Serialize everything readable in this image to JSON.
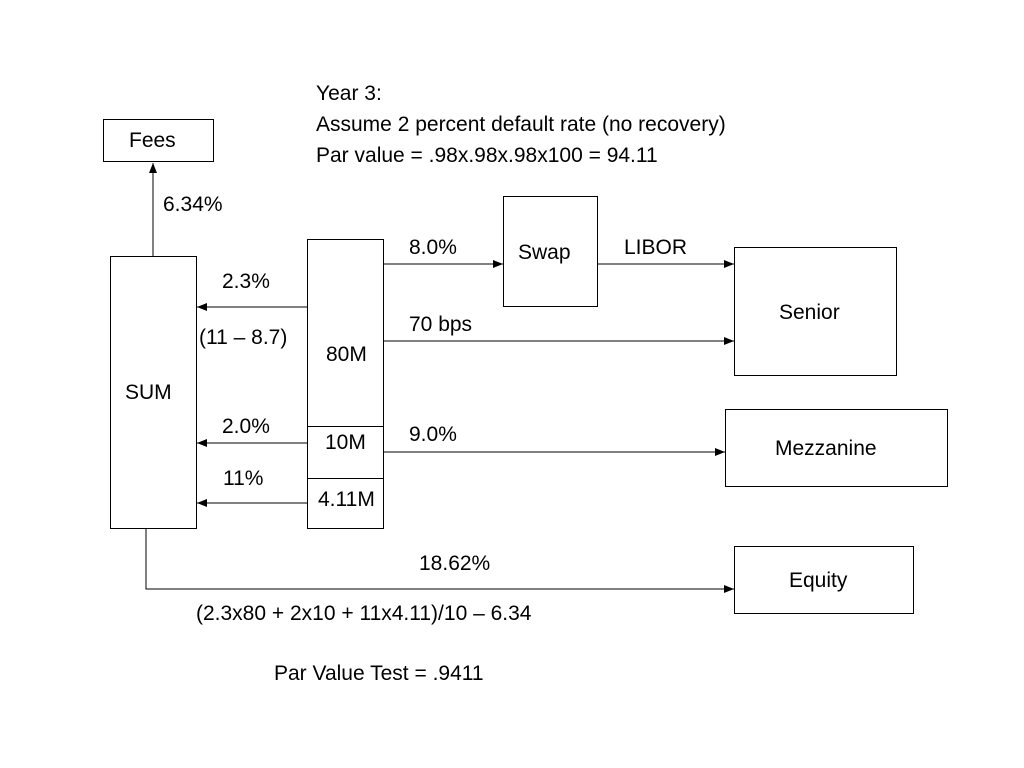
{
  "header": {
    "line1": "Year 3:",
    "line2": "Assume 2 percent default rate (no recovery)",
    "line3": "Par value = .98x.98x.98x100 = 94.11"
  },
  "nodes": {
    "fees": "Fees",
    "sum": "SUM",
    "swap": "Swap",
    "senior": "Senior",
    "mezzanine": "Mezzanine",
    "equity": "Equity"
  },
  "tranches": {
    "senior_size": "80M",
    "mezzanine_size": "10M",
    "equity_size": "4.11M"
  },
  "flows": {
    "fees_rate": "6.34%",
    "senior_excess_rate": "2.3%",
    "senior_excess_formula": "(11 – 8.7)",
    "mezzanine_excess_rate": "2.0%",
    "equity_excess_rate": "11%",
    "swap_in_rate": "8.0%",
    "swap_out_rate": "LIBOR",
    "senior_spread": "70 bps",
    "mezzanine_rate": "9.0%",
    "equity_rate": "18.62%",
    "equity_formula": "(2.3x80 + 2x10 + 11x4.11)/10 – 6.34"
  },
  "footer": {
    "par_value_test": "Par Value Test = .9411"
  }
}
